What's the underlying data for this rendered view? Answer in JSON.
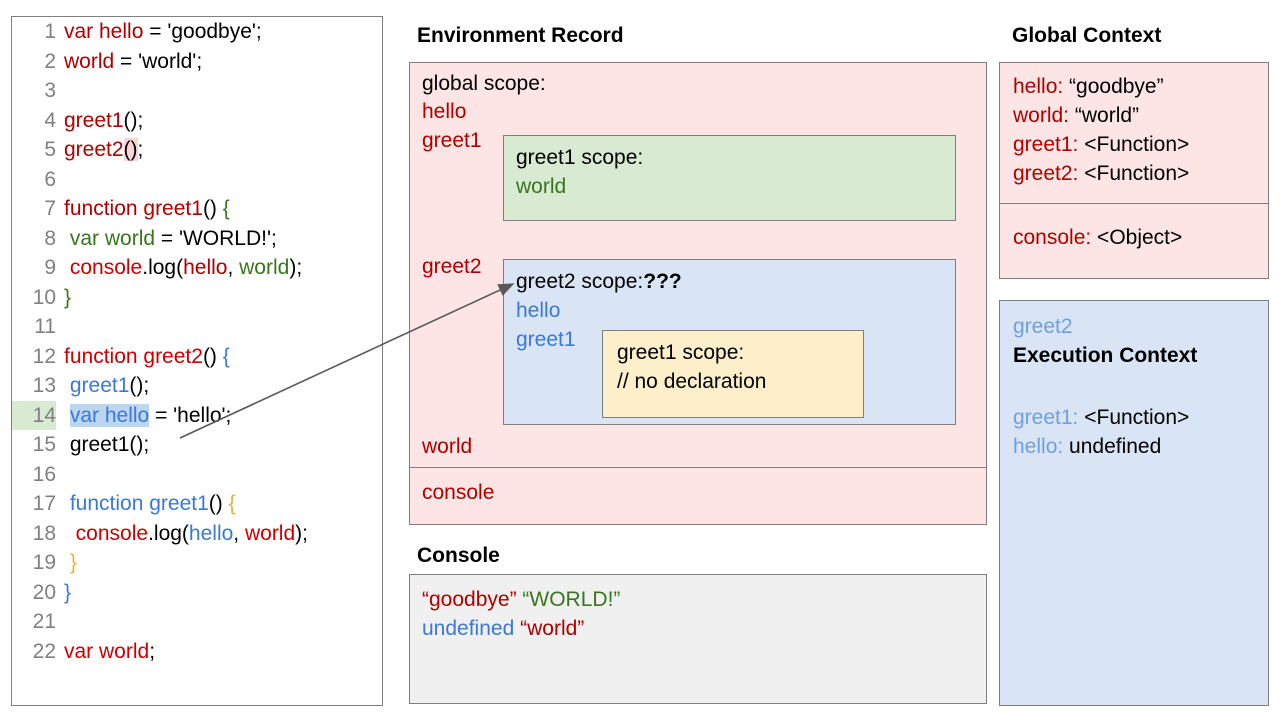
{
  "code_panel": {
    "lines": [
      {
        "num": "1",
        "segments": [
          {
            "t": "var hello",
            "c": "tk-red"
          },
          {
            "t": " = 'goodbye';",
            "c": "tk-black"
          }
        ]
      },
      {
        "num": "2",
        "segments": [
          {
            "t": "world",
            "c": "tk-red"
          },
          {
            "t": " = 'world';",
            "c": "tk-black"
          }
        ]
      },
      {
        "num": "3",
        "segments": []
      },
      {
        "num": "4",
        "segments": [
          {
            "t": "greet1",
            "c": "tk-red"
          },
          {
            "t": "();",
            "c": "tk-black"
          }
        ]
      },
      {
        "num": "5",
        "segments": [
          {
            "t": "greet2",
            "c": "tk-red"
          },
          {
            "t": "()",
            "c": "tk-black hl-pink"
          },
          {
            "t": ";",
            "c": "tk-black"
          }
        ]
      },
      {
        "num": "6",
        "segments": []
      },
      {
        "num": "7",
        "segments": [
          {
            "t": "function greet1",
            "c": "tk-red"
          },
          {
            "t": "() ",
            "c": "tk-black"
          },
          {
            "t": "{",
            "c": "tk-green"
          }
        ]
      },
      {
        "num": "8",
        "segments": [
          {
            "t": " ",
            "c": "tk-black"
          },
          {
            "t": "var world",
            "c": "tk-green"
          },
          {
            "t": " = 'WORLD!';",
            "c": "tk-black"
          }
        ]
      },
      {
        "num": "9",
        "segments": [
          {
            "t": " ",
            "c": "tk-black"
          },
          {
            "t": "console",
            "c": "tk-red2"
          },
          {
            "t": ".log(",
            "c": "tk-black"
          },
          {
            "t": "hello",
            "c": "tk-red"
          },
          {
            "t": ", ",
            "c": "tk-black"
          },
          {
            "t": "world",
            "c": "tk-green"
          },
          {
            "t": ");",
            "c": "tk-black"
          }
        ]
      },
      {
        "num": "10",
        "segments": [
          {
            "t": "}",
            "c": "tk-green"
          }
        ]
      },
      {
        "num": "11",
        "segments": []
      },
      {
        "num": "12",
        "segments": [
          {
            "t": "function greet2",
            "c": "tk-red2"
          },
          {
            "t": "() ",
            "c": "tk-black"
          },
          {
            "t": "{",
            "c": "tk-blue"
          }
        ]
      },
      {
        "num": "13",
        "segments": [
          {
            "t": " ",
            "c": "tk-black"
          },
          {
            "t": "greet1",
            "c": "tk-blue"
          },
          {
            "t": "();",
            "c": "tk-black"
          }
        ]
      },
      {
        "num": "14",
        "segments": [
          {
            "t": " ",
            "c": "tk-black"
          },
          {
            "t": "var hello",
            "c": "tk-blue hl-blue"
          },
          {
            "t": " = 'hello';",
            "c": "tk-black"
          }
        ],
        "line_highlight": true
      },
      {
        "num": "15",
        "segments": [
          {
            "t": " greet1();",
            "c": "tk-black"
          }
        ]
      },
      {
        "num": "16",
        "segments": []
      },
      {
        "num": "17",
        "segments": [
          {
            "t": " ",
            "c": "tk-black"
          },
          {
            "t": "function greet1",
            "c": "tk-blue"
          },
          {
            "t": "() ",
            "c": "tk-black"
          },
          {
            "t": "{",
            "c": "tk-gold"
          }
        ]
      },
      {
        "num": "18",
        "segments": [
          {
            "t": "  ",
            "c": "tk-black"
          },
          {
            "t": "console",
            "c": "tk-red2"
          },
          {
            "t": ".log(",
            "c": "tk-black"
          },
          {
            "t": "hello",
            "c": "tk-blue"
          },
          {
            "t": ", ",
            "c": "tk-black"
          },
          {
            "t": "world",
            "c": "tk-red2"
          },
          {
            "t": ");",
            "c": "tk-black"
          }
        ]
      },
      {
        "num": "19",
        "segments": [
          {
            "t": " ",
            "c": "tk-black"
          },
          {
            "t": "}",
            "c": "tk-gold"
          }
        ]
      },
      {
        "num": "20",
        "segments": [
          {
            "t": "}",
            "c": "tk-blue"
          }
        ]
      },
      {
        "num": "21",
        "segments": []
      },
      {
        "num": "22",
        "segments": [
          {
            "t": "var world",
            "c": "tk-red2"
          },
          {
            "t": ";",
            "c": "tk-black"
          }
        ]
      }
    ]
  },
  "environment_record": {
    "title": "Environment Record",
    "global_scope_label": "global scope:",
    "global_bindings": [
      "hello",
      "greet1",
      "greet2",
      "world"
    ],
    "console_binding": "console",
    "greet1_scope": {
      "label": "greet1 scope:",
      "binding": "world"
    },
    "greet2_scope": {
      "label": "greet2 scope:",
      "label_suffix": "???",
      "bindings": [
        "hello",
        "greet1"
      ],
      "inner_greet1_scope": {
        "label": "greet1 scope:",
        "comment": "// no declaration"
      }
    }
  },
  "console": {
    "title": "Console",
    "lines": [
      [
        {
          "t": "“goodbye”",
          "c": "c-red"
        },
        {
          "t": " ",
          "c": ""
        },
        {
          "t": "“WORLD!”",
          "c": "c-green"
        }
      ],
      [
        {
          "t": "undefined",
          "c": "c-blue"
        },
        {
          "t": " ",
          "c": ""
        },
        {
          "t": "“world”",
          "c": "c-red"
        }
      ]
    ]
  },
  "global_context": {
    "title": "Global Context",
    "variables": [
      {
        "key": "hello",
        "value": "“goodbye”"
      },
      {
        "key": "world",
        "value": "“world”"
      },
      {
        "key": "greet1",
        "value": "<Function>"
      },
      {
        "key": "greet2",
        "value": "<Function>"
      }
    ],
    "console": {
      "key": "console",
      "value": "<Object>"
    }
  },
  "execution_context": {
    "title_line1": "greet2",
    "title_line2": "Execution Context",
    "entries": [
      {
        "key": "greet1",
        "value": "<Function>"
      },
      {
        "key": "hello",
        "value": "undefined"
      }
    ]
  },
  "colors": {
    "red": "#b00000",
    "red_bright": "#cc0000",
    "green": "#38761d",
    "blue": "#3c78d8",
    "gold": "#e8b33c",
    "pink_bg": "#fce5e4",
    "green_bg": "#d9ead3",
    "blue_bg": "#d9e5f5",
    "yellow_bg": "#fcefca",
    "console_bg": "#f0f0f0",
    "border": "#7f7f7f"
  }
}
